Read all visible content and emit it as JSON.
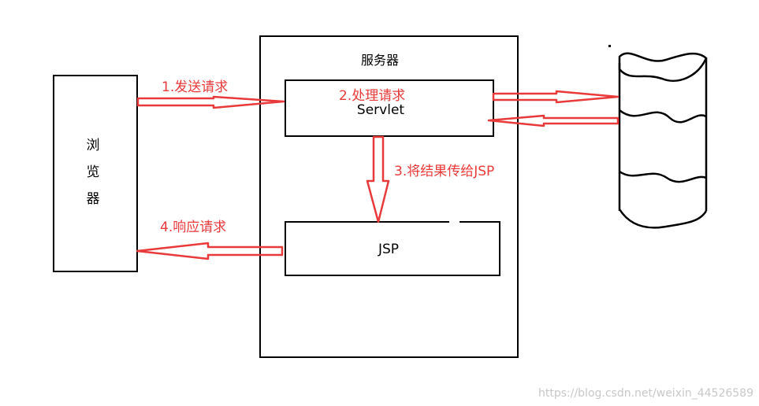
{
  "browser": {
    "label_lines": [
      "浏",
      "览",
      "器"
    ]
  },
  "server": {
    "title": "服务器"
  },
  "servlet": {
    "label": "Servlet"
  },
  "jsp": {
    "label": "JSP"
  },
  "steps": {
    "send_request": "1.发送请求",
    "process_request": "2.处理请求",
    "pass_to_jsp": "3.将结果传给JSP",
    "respond_request": "4.响应请求"
  },
  "watermark": "https://blog.csdn.net/weixin_44526589",
  "colors": {
    "arrow": "#e83a3a",
    "stroke": "#000000",
    "watermark": "#c8c8c8"
  }
}
